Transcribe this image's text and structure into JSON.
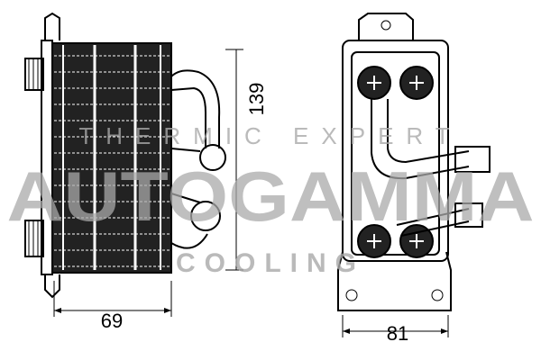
{
  "drawing": {
    "side_view": {
      "dimension_width": "69",
      "dimension_height": "139"
    },
    "front_view": {
      "dimension_width": "81"
    }
  },
  "watermark": {
    "brand": "AUTOGAMMA",
    "tagline": "THERMIC EXPERT",
    "subline": "COOLING"
  }
}
